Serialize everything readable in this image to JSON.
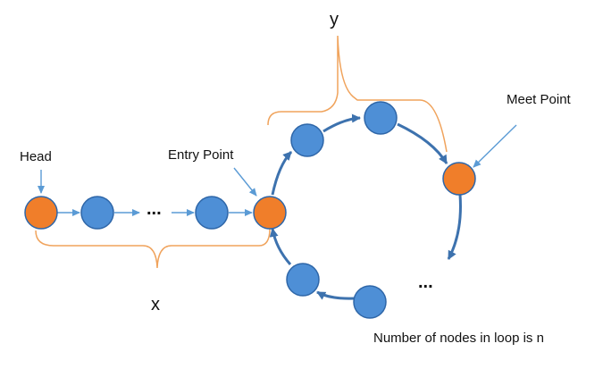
{
  "colors": {
    "orange_node": "#F07E2A",
    "blue_node": "#4E8FD6",
    "node_stroke": "#2E66A8",
    "arrow": "#5B9BD5",
    "loop_arrow": "#3D72AE",
    "brace": "#F0A35C"
  },
  "labels": {
    "head": "Head",
    "entry": "Entry Point",
    "meet": "Meet Point",
    "x": "x",
    "y": "y",
    "ellipsis_list": "...",
    "ellipsis_loop": "...",
    "loop_caption": "Number of nodes in loop is n"
  },
  "nodes": [
    {
      "id": "head",
      "type": "orange"
    },
    {
      "id": "list-1",
      "type": "blue"
    },
    {
      "id": "list-2",
      "type": "blue"
    },
    {
      "id": "entry",
      "type": "orange"
    },
    {
      "id": "loop-1",
      "type": "blue"
    },
    {
      "id": "loop-2",
      "type": "blue"
    },
    {
      "id": "meet",
      "type": "orange"
    },
    {
      "id": "loop-3",
      "type": "blue"
    },
    {
      "id": "loop-4",
      "type": "blue"
    }
  ]
}
